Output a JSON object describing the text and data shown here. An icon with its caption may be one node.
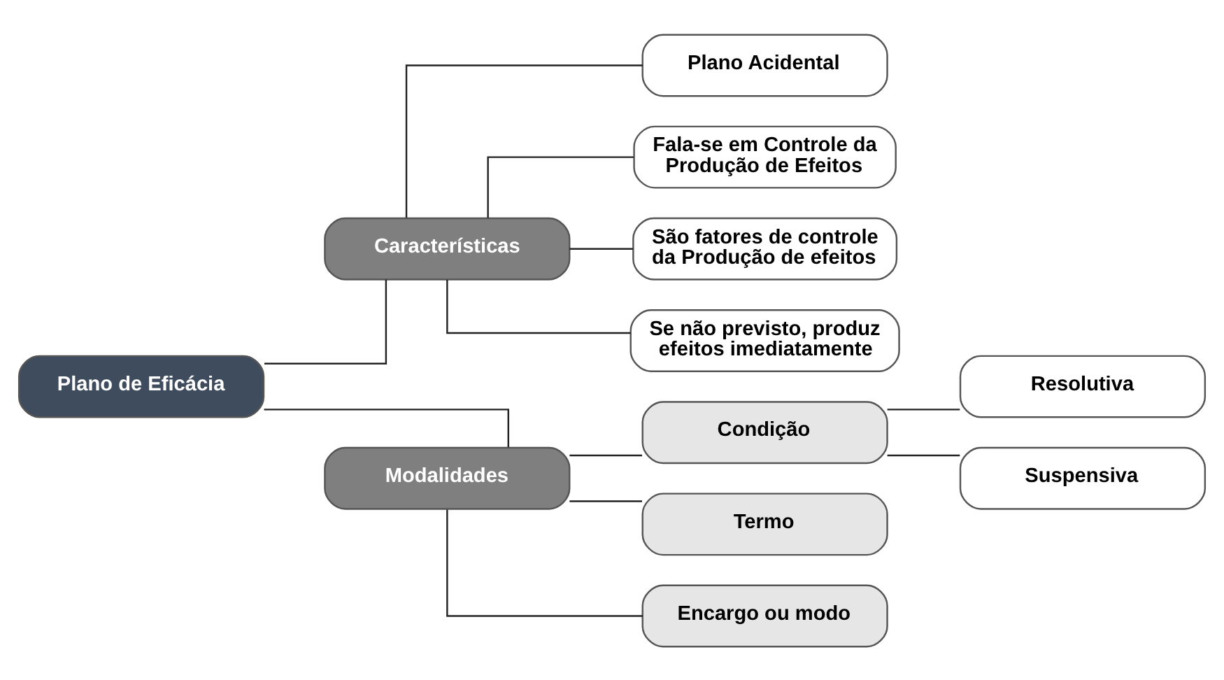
{
  "diagram": {
    "nodes": [
      {
        "text": [
          "Plano de Eficácia"
        ]
      },
      {
        "text": [
          "Características"
        ]
      },
      {
        "text": [
          "Plano Acidental"
        ]
      },
      {
        "text": [
          "Fala-se em Controle da Produção de Efeitos"
        ]
      },
      {
        "text": [
          "São fatores de controle da Produção de efeitos"
        ]
      },
      {
        "text": [
          "Se não previsto, produz efeitos imediatamente"
        ]
      },
      {
        "text": [
          "Modalidades"
        ]
      },
      {
        "text": [
          "Condição"
        ]
      },
      {
        "text": [
          "Resolutiva"
        ]
      },
      {
        "text": [
          "Suspensiva"
        ]
      },
      {
        "text": [
          "Termo"
        ]
      },
      {
        "text": [
          "Encargo ou modo"
        ]
      }
    ],
    "edges": [
      {
        "from": 0,
        "to": 1,
        "arrow": "none"
      },
      {
        "from": 0,
        "to": 6,
        "arrow": "none"
      },
      {
        "from": 1,
        "to": 2,
        "arrow": "none"
      },
      {
        "from": 1,
        "to": 3,
        "arrow": "none"
      },
      {
        "from": 1,
        "to": 4,
        "arrow": "none"
      },
      {
        "from": 1,
        "to": 5,
        "arrow": "none"
      },
      {
        "from": 6,
        "to": 7,
        "arrow": "none"
      },
      {
        "from": 6,
        "to": 10,
        "arrow": "none"
      },
      {
        "from": 6,
        "to": 11,
        "arrow": "none"
      },
      {
        "from": 7,
        "to": 8,
        "arrow": "none"
      },
      {
        "from": 7,
        "to": 9,
        "arrow": "none"
      }
    ]
  }
}
